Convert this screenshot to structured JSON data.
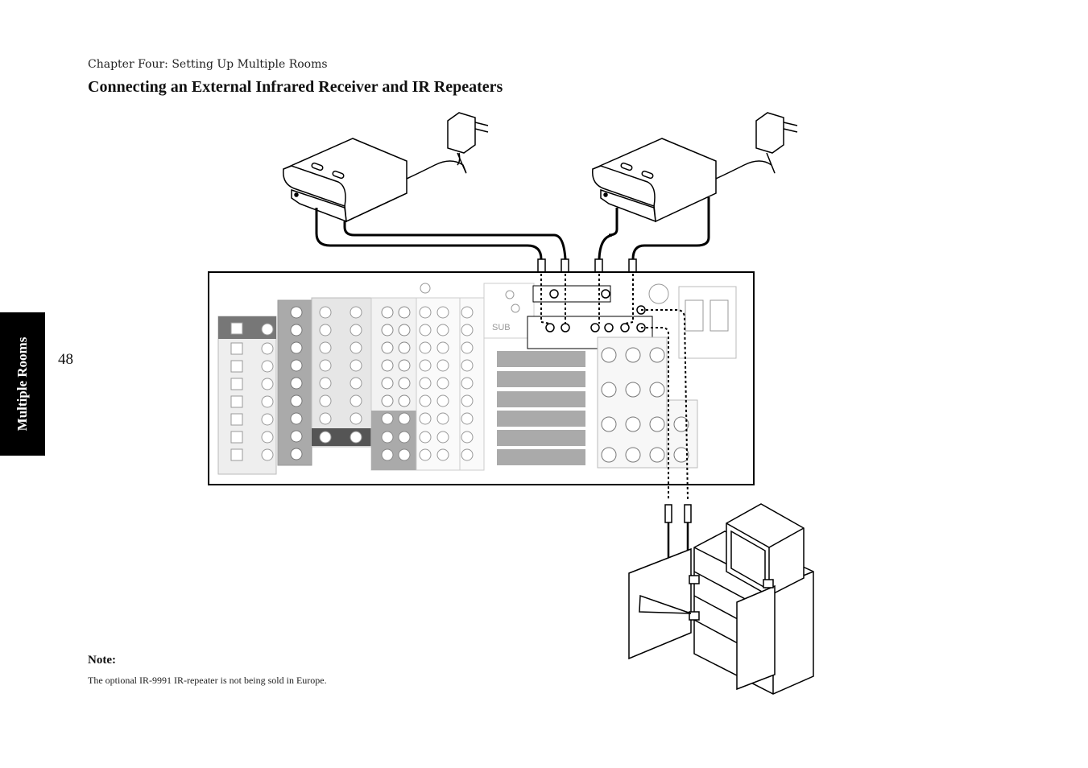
{
  "header": {
    "chapter": "Chapter Four: Setting Up Multiple Rooms",
    "title": "Connecting an External Infrared Receiver and IR Repeaters"
  },
  "page_number": "48",
  "side_tab": {
    "label": "Multiple Rooms"
  },
  "note": {
    "heading": "Note:",
    "text": "The optional IR-9991 IR-repeater is not being sold in Europe."
  },
  "diagram": {
    "sub_label": "SUB"
  }
}
